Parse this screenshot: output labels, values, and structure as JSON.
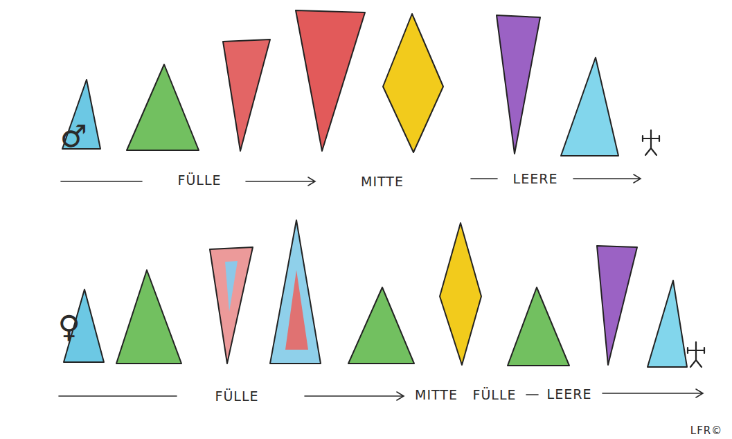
{
  "diagram": {
    "labels": [
      "♂",
      "FÜLLE",
      "MITTE",
      "LEERE",
      "♀",
      "FÜLLE",
      "MITTE",
      "FÜLLE",
      "LEERE",
      "LFR©"
    ]
  }
}
